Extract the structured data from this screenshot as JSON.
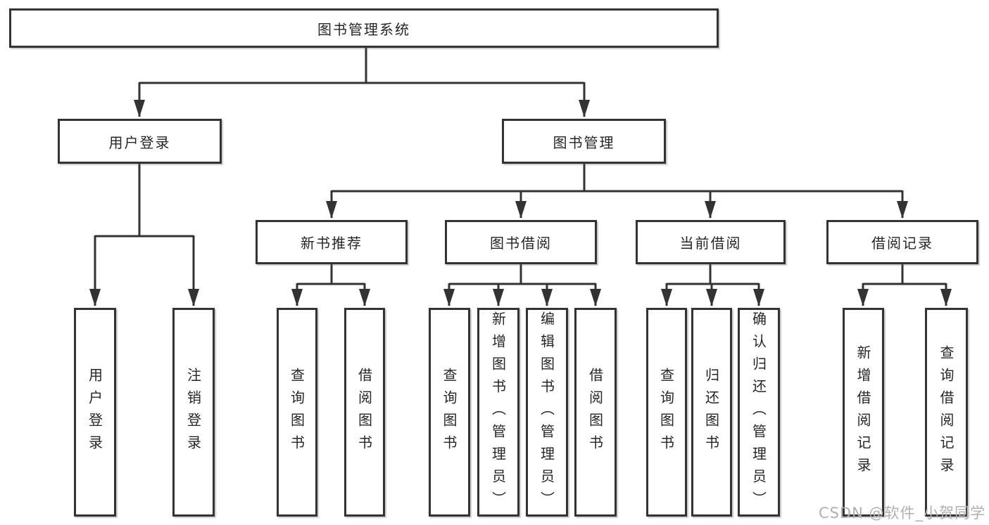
{
  "tree": {
    "label": "图书管理系统",
    "children": [
      {
        "label": "用户登录",
        "children": [
          {
            "label": "用户登录"
          },
          {
            "label": "注销登录"
          }
        ]
      },
      {
        "label": "图书管理",
        "children": [
          {
            "label": "新书推荐",
            "children": [
              {
                "label": "查询图书"
              },
              {
                "label": "借阅图书"
              }
            ]
          },
          {
            "label": "图书借阅",
            "children": [
              {
                "label": "查询图书"
              },
              {
                "label": "新增图书（管理员）"
              },
              {
                "label": "编辑图书（管理员）"
              },
              {
                "label": "借阅图书"
              }
            ]
          },
          {
            "label": "当前借阅",
            "children": [
              {
                "label": "查询图书"
              },
              {
                "label": "归还图书"
              },
              {
                "label": "确认归还（管理员）"
              }
            ]
          },
          {
            "label": "借阅记录",
            "children": [
              {
                "label": "新增借阅记录"
              },
              {
                "label": "查询借阅记录"
              }
            ]
          }
        ]
      }
    ]
  },
  "watermark": "CSDN @软件_小贺同学",
  "colors": {
    "line": "#333333",
    "box_border": "#333333",
    "box_fill": "#ffffff",
    "text": "#262626",
    "watermark": "#b0b0b0",
    "background": "#ffffff"
  }
}
